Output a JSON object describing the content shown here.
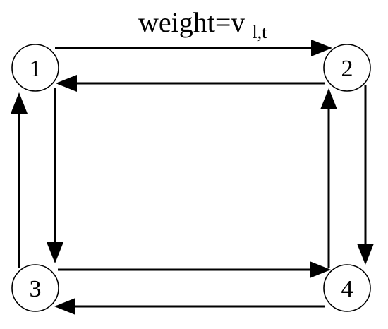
{
  "annotation": {
    "main": "weight=v",
    "subscript": "l,t"
  },
  "nodes": {
    "n1": "1",
    "n2": "2",
    "n3": "3",
    "n4": "4"
  },
  "edges": [
    {
      "from": "1",
      "to": "2"
    },
    {
      "from": "2",
      "to": "1"
    },
    {
      "from": "1",
      "to": "3"
    },
    {
      "from": "3",
      "to": "1"
    },
    {
      "from": "2",
      "to": "4"
    },
    {
      "from": "4",
      "to": "2"
    },
    {
      "from": "3",
      "to": "4"
    },
    {
      "from": "4",
      "to": "3"
    }
  ]
}
